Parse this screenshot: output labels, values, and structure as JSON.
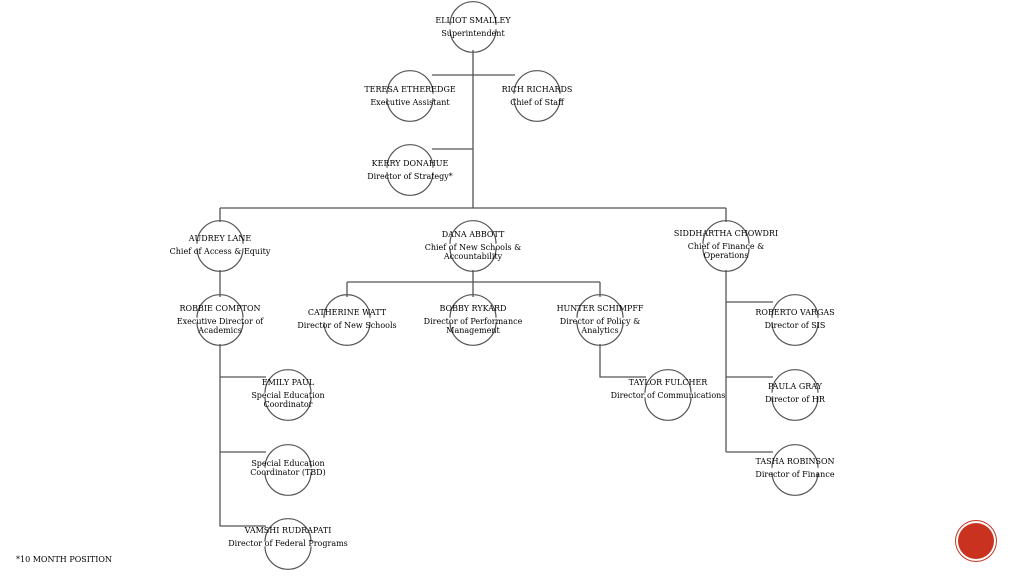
{
  "org_chart": {
    "nodes": [
      {
        "id": "smalley",
        "name": "ELLIOT SMALLEY",
        "title": "Superintendent"
      },
      {
        "id": "etheredge",
        "name": "TERESA ETHEREDGE",
        "title": "Executive Assistant"
      },
      {
        "id": "richards",
        "name": "RICH RICHARDS",
        "title": "Chief of Staff"
      },
      {
        "id": "donahue",
        "name": "KERRY DONAHUE",
        "title": "Director of Strategy*"
      },
      {
        "id": "lane",
        "name": "AUDREY LANE",
        "title": "Chief of Access & Equity"
      },
      {
        "id": "abbott",
        "name": "DANA ABBOTT",
        "title": "Chief of New Schools & Accountability"
      },
      {
        "id": "chowdri",
        "name": "SIDDHARTHA CHOWDRI",
        "title": "Chief of Finance & Operations"
      },
      {
        "id": "compton",
        "name": "ROBBIE COMPTON",
        "title": "Executive Director of Academics"
      },
      {
        "id": "watt",
        "name": "CATHERINE WATT",
        "title": "Director of New Schools"
      },
      {
        "id": "rykard",
        "name": "BOBBY RYKARD",
        "title": "Director of  Performance Management"
      },
      {
        "id": "schimpff",
        "name": "HUNTER SCHIMPFF",
        "title": "Director of Policy & Analytics"
      },
      {
        "id": "vargas",
        "name": "ROBERTO VARGAS",
        "title": "Director of SIS"
      },
      {
        "id": "paul",
        "name": "EMILY PAUL",
        "title": "Special Education Coordinator"
      },
      {
        "id": "fulcher",
        "name": "TAYLOR FULCHER",
        "title": "Director of Communications"
      },
      {
        "id": "gray",
        "name": "PAULA GRAY",
        "title": "Director of HR"
      },
      {
        "id": "tbd",
        "name": "",
        "title": "Special Education Coordinator (TBD)"
      },
      {
        "id": "robinson",
        "name": "TASHA ROBINSON",
        "title": "Director of Finance"
      },
      {
        "id": "rudrapati",
        "name": "VAMSHI RUDRAPATI",
        "title": "Director of Federal Programs"
      }
    ],
    "links": [
      [
        "smalley",
        "etheredge"
      ],
      [
        "smalley",
        "richards"
      ],
      [
        "smalley",
        "donahue"
      ],
      [
        "smalley",
        "lane"
      ],
      [
        "smalley",
        "abbott"
      ],
      [
        "smalley",
        "chowdri"
      ],
      [
        "lane",
        "compton"
      ],
      [
        "compton",
        "paul"
      ],
      [
        "compton",
        "tbd"
      ],
      [
        "compton",
        "rudrapati"
      ],
      [
        "abbott",
        "watt"
      ],
      [
        "abbott",
        "rykard"
      ],
      [
        "abbott",
        "schimpff"
      ],
      [
        "schimpff",
        "fulcher"
      ],
      [
        "chowdri",
        "vargas"
      ],
      [
        "chowdri",
        "gray"
      ],
      [
        "chowdri",
        "robinson"
      ]
    ]
  },
  "footnote": "*10 MONTH POSITION",
  "colors": {
    "line": "#555555",
    "badge": "#c8321e"
  }
}
